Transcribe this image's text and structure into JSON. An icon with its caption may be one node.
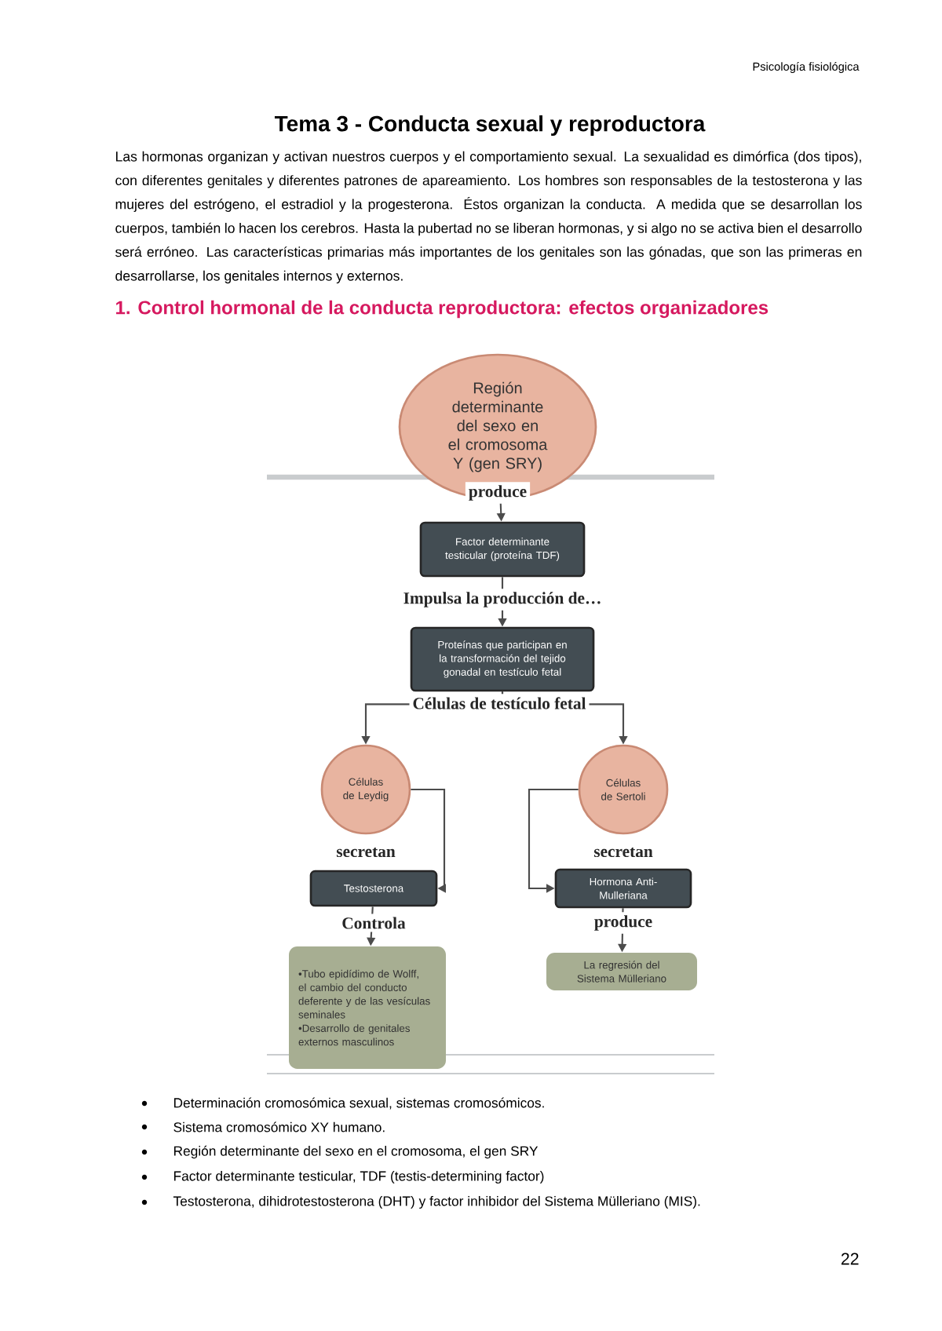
{
  "diagram": {
    "title": "Tema 3 - Conducta sexual y reproductora",
    "nodes": [
      {
        "text": [
          "Región determinante del sexo en el cromosoma Y (gen SRY)"
        ]
      },
      {
        "text": [
          "Factor determinante testicular (proteína TDF)"
        ]
      },
      {
        "text": [
          "Proteínas que participan en la transformación del tejido gonadal en testículo fetal"
        ]
      },
      {
        "text": [
          "Células de Leydig"
        ]
      },
      {
        "text": [
          "Células de Sertoli"
        ]
      },
      {
        "text": [
          "Testosterona"
        ]
      },
      {
        "text": [
          "Hormona Anti-Mulleriana"
        ]
      },
      {
        "text": [
          "•Tubo epidídimo de Wolff, el cambio del conducto deferente y de las vesículas seminales",
          "•Desarrollo de genitales externos masculinos"
        ]
      },
      {
        "text": [
          "La regresión del Sistema Mülleriano"
        ]
      }
    ],
    "edges": [
      {
        "from": 0,
        "to": 1,
        "arrow": "to",
        "label": "produce"
      },
      {
        "from": 1,
        "to": 2,
        "arrow": "to",
        "label": "Impulsa la producción de…"
      },
      {
        "from": 2,
        "to": 3,
        "arrow": "to",
        "label": "Células de testículo fetal"
      },
      {
        "from": 2,
        "to": 4,
        "arrow": "to"
      },
      {
        "from": 3,
        "to": 5,
        "arrow": "to",
        "label": "secretan"
      },
      {
        "from": 4,
        "to": 6,
        "arrow": "to",
        "label": "secretan"
      },
      {
        "from": 5,
        "to": 7,
        "arrow": "to",
        "label": "Controla"
      },
      {
        "from": 6,
        "to": 8,
        "arrow": "to",
        "label": "produce"
      }
    ],
    "labels": [
      "Psicología fisiológica",
      "Las hormonas organizan y activan nuestros cuerpos y el comportamiento sexual. La sexualidad es dimórfica (dos tipos), con diferentes genitales y diferentes patrones de apareamiento. Los hombres son responsables de la testosterona y las mujeres del estrógeno, el estradiol y la progesterona. Éstos organizan la conducta. A medida que se desarrollan los cuerpos, también lo hacen los cerebros. Hasta la pubertad no se liberan hormonas, y si algo no se activa bien el desarrollo será erróneo. Las características primarias más importantes de los genitales son las gónadas, que son las primeras en desarrollarse, los genitales internos y externos.",
      "1. Control hormonal de la conducta reproductora: efectos organizadores",
      "Determinación cromosómica sexual, sistemas cromosómicos.",
      "Sistema cromosómico XY humano.",
      "Región determinante del sexo en el cromosoma, el gen SRY",
      "Factor determinante testicular, TDF (testis-determining factor)",
      "Testosterona, dihidrotestosterona (DHT) y factor inhibidor del Sistema Mülleriano (MIS).",
      "22"
    ]
  }
}
